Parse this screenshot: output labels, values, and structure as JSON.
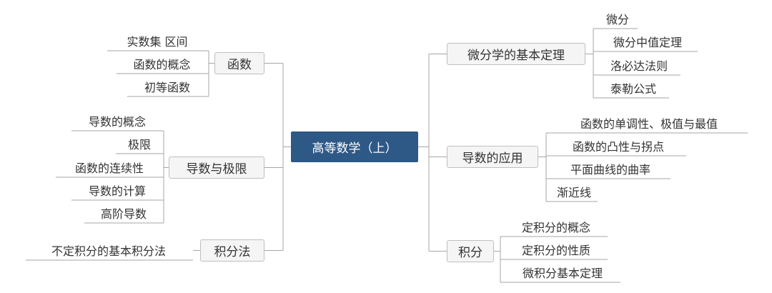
{
  "root": "高等数学（上）",
  "left": [
    {
      "label": "函数",
      "children": [
        "实数集  区间",
        "函数的概念",
        "初等函数"
      ]
    },
    {
      "label": "导数与极限",
      "children": [
        "导数的概念",
        "极限",
        "函数的连续性",
        "导数的计算",
        "高阶导数"
      ]
    },
    {
      "label": "积分法",
      "children": [
        "不定积分的基本积分法"
      ]
    }
  ],
  "right": [
    {
      "label": "微分学的基本定理",
      "children": [
        "微分",
        "微分中值定理",
        "洛必达法则",
        "泰勒公式"
      ]
    },
    {
      "label": "导数的应用",
      "children": [
        "函数的单调性、极值与最值",
        "函数的凸性与拐点",
        "平面曲线的曲率",
        "渐近线"
      ]
    },
    {
      "label": "积分",
      "children": [
        "定积分的概念",
        "定积分的性质",
        "微积分基本定理"
      ]
    }
  ],
  "colors": {
    "root_fill": "#2e5886",
    "line": "#a6a6a6",
    "branch_fill": "#f5f5f5",
    "branch_border": "#bfbfbf"
  }
}
